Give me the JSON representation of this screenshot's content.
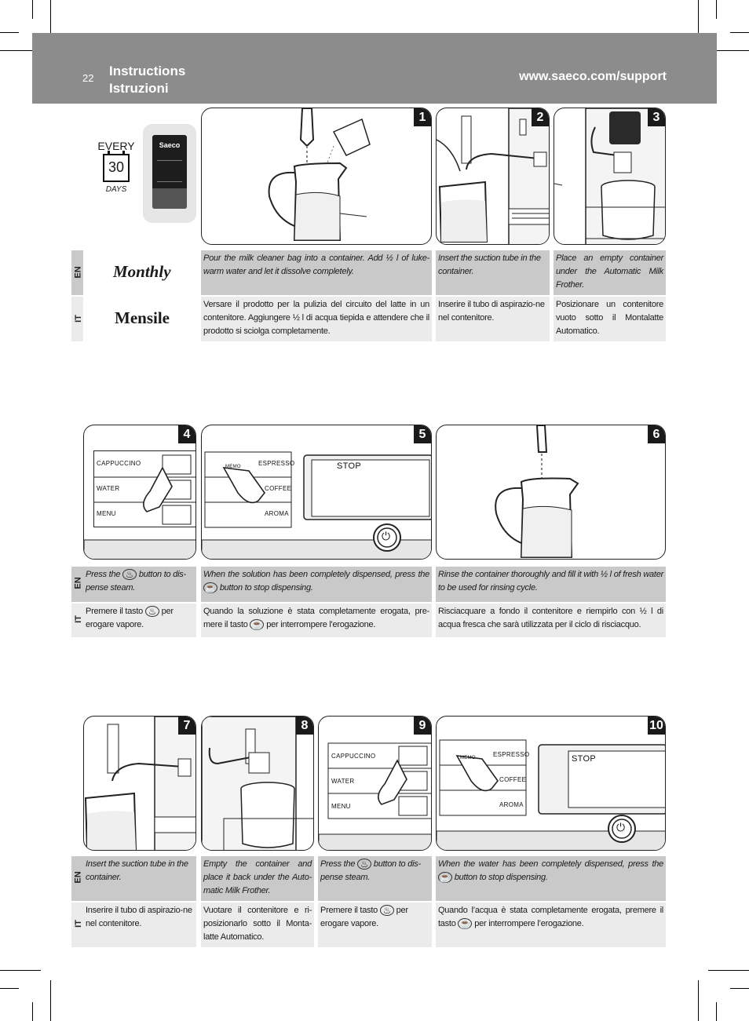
{
  "header": {
    "page_number": "22",
    "title_en": "Instructions",
    "title_it": "Istruzioni",
    "url": "www.saeco.com/support"
  },
  "languages": {
    "en": "EN",
    "it": "IT"
  },
  "frequency": {
    "every": "EVERY",
    "days_number": "30",
    "days": "DAYS",
    "brand": "Saeco",
    "en": "Monthly",
    "it": "Mensile"
  },
  "ui_labels": {
    "cappuccino": "CAPPUCCINO",
    "water": "WATER",
    "menu": "MENU",
    "espresso": "ESPRESSO",
    "coffee": "COFFEE",
    "aroma": "AROMA",
    "memo": "MEMO",
    "stop": "STOP"
  },
  "steps": [
    {
      "n": "1",
      "en": "Pour the milk cleaner bag into a container. Add ½ l of luke-warm water and let it dissolve completely.",
      "it": "Versare il prodotto per la pulizia del circuito del latte in un contenitore. Aggiungere ½ l di acqua tiepida e attendere che il prodotto si sciolga completamente."
    },
    {
      "n": "2",
      "en": "Insert the suction tube in the container.",
      "it": "Inserire il tubo di aspirazio-ne nel contenitore."
    },
    {
      "n": "3",
      "en": "Place an empty container under the Automatic Milk Frother.",
      "it": "Posizionare un contenitore vuoto sotto il Montalatte Automatico."
    },
    {
      "n": "4",
      "en_pre": "Press the",
      "en_post": "button to dis-pense steam.",
      "it_pre": "Premere il tasto",
      "it_post": "per erogare vapore."
    },
    {
      "n": "5",
      "en_pre": "When the solution has been completely dispensed, press the",
      "en_post": "button to stop dispensing.",
      "it_pre": "Quando la soluzione è stata completamente erogata, pre-mere il tasto",
      "it_post": "per interrompere l'erogazione."
    },
    {
      "n": "6",
      "en": "Rinse the container thoroughly and fill it with ½ l of fresh water to be used for rinsing cycle.",
      "it": "Risciacquare a fondo il contenitore e riempirlo con ½ l di acqua fresca che sarà utilizzata per il ciclo di risciacquo."
    },
    {
      "n": "7",
      "en": "Insert the suction tube in the container.",
      "it": "Inserire il tubo di aspirazio-ne nel contenitore."
    },
    {
      "n": "8",
      "en": "Empty the container and place it back under the Auto-matic Milk Frother.",
      "it": "Vuotare il contenitore e ri-posizionarlo sotto il Monta-latte Automatico."
    },
    {
      "n": "9",
      "en_pre": "Press the",
      "en_post": "button to dis-pense steam.",
      "it_pre": "Premere il tasto",
      "it_post": "per erogare vapore."
    },
    {
      "n": "10",
      "en_pre": "When the water has been completely dispensed, press the",
      "en_post": "button to stop dispensing.",
      "it_pre": "Quando l’acqua è stata completamente erogata, premere il tasto",
      "it_post": "per interrompere l’erogazione."
    }
  ]
}
